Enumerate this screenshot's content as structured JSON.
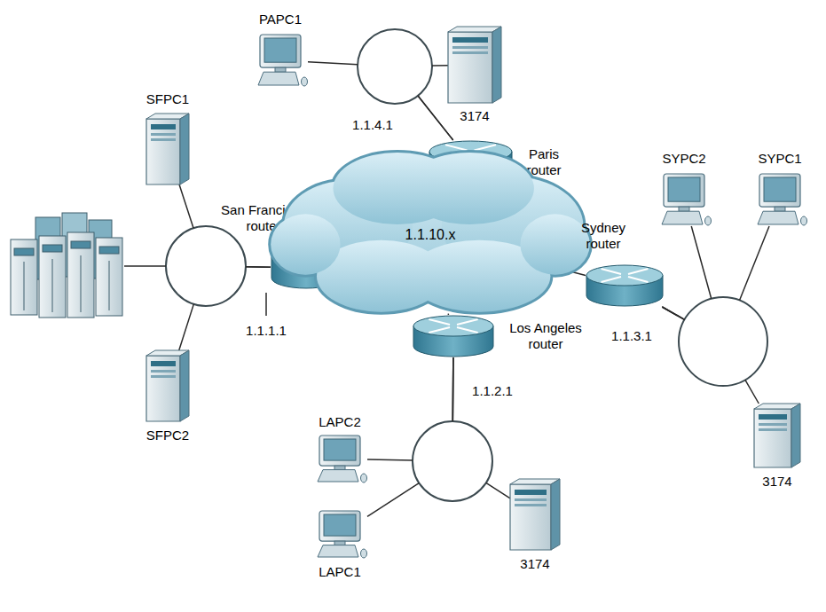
{
  "diagram": {
    "nodes": [
      {
        "text": [
          "PAPC1"
        ]
      },
      {
        "text": [
          "3174"
        ]
      },
      {
        "text": [
          "Paris router"
        ]
      },
      {
        "text": [
          "SFPC1"
        ]
      },
      {
        "text": [
          "San Francisco router"
        ]
      },
      {
        "text": [
          "1.1.10.x"
        ]
      },
      {
        "text": [
          "SYPC2"
        ]
      },
      {
        "text": [
          "SYPC1"
        ]
      },
      {
        "text": [
          "Sydney router"
        ]
      },
      {
        "text": [
          "SFPC2"
        ]
      },
      {
        "text": [
          "Los Angeles router"
        ]
      },
      {
        "text": [
          "3174"
        ]
      },
      {
        "text": [
          "LAPC2"
        ]
      },
      {
        "text": [
          "LAPC1"
        ]
      },
      {
        "text": [
          "3174"
        ]
      }
    ],
    "edges": [
      {
        "from": 0,
        "to": 2,
        "arrow": "none"
      },
      {
        "from": 1,
        "to": 2,
        "arrow": "none"
      },
      {
        "from": 3,
        "to": 4,
        "arrow": "none"
      },
      {
        "from": 9,
        "to": 4,
        "arrow": "none"
      },
      {
        "from": 6,
        "to": 8,
        "arrow": "none"
      },
      {
        "from": 7,
        "to": 8,
        "arrow": "none"
      },
      {
        "from": 11,
        "to": 8,
        "arrow": "none"
      },
      {
        "from": 12,
        "to": 10,
        "arrow": "none"
      },
      {
        "from": 13,
        "to": 10,
        "arrow": "none"
      },
      {
        "from": 14,
        "to": 10,
        "arrow": "none"
      },
      {
        "from": 2,
        "to": 5,
        "arrow": "none"
      },
      {
        "from": 4,
        "to": 5,
        "arrow": "none"
      },
      {
        "from": 8,
        "to": 5,
        "arrow": "none"
      },
      {
        "from": 10,
        "to": 5,
        "arrow": "none"
      }
    ],
    "labels": [
      "1.1.4.1",
      "1.1.1.1",
      "1.1.3.1",
      "1.1.2.1"
    ]
  }
}
